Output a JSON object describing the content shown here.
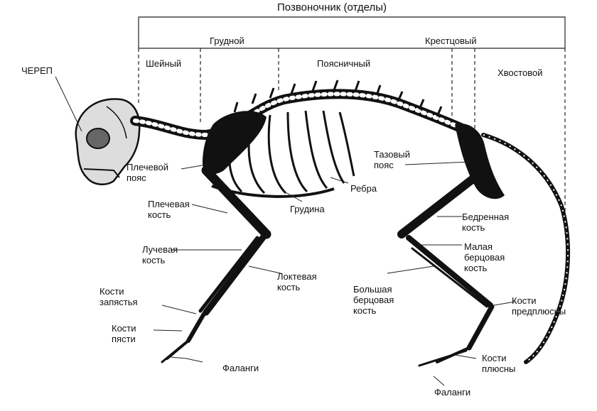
{
  "spine": {
    "title": "Позвоночник (отделы)",
    "sections": {
      "cervical": "Шейный",
      "thoracic": "Грудной",
      "lumbar": "Поясничный",
      "sacral": "Крестцовый",
      "caudal": "Хвостовой"
    }
  },
  "labels": {
    "skull": "ЧЕРЕП",
    "shoulder_girdle": "Плечевой пояс",
    "humerus": "Плечевая кость",
    "radius": "Лучевая кость",
    "ulna": "Локтевая кость",
    "carpals": "Кости запястья",
    "metacarpals": "Кости пясти",
    "phalanges_front": "Фаланги",
    "ribs": "Ребра",
    "sternum": "Грудина",
    "pelvic_girdle": "Тазовый пояс",
    "femur": "Бедренная кость",
    "fibula": "Малая берцовая кость",
    "tibia": "Большая берцовая кость",
    "tarsals": "Кости предплюсны",
    "metatarsals": "Кости плюсны",
    "phalanges_hind": "Фаланги"
  }
}
